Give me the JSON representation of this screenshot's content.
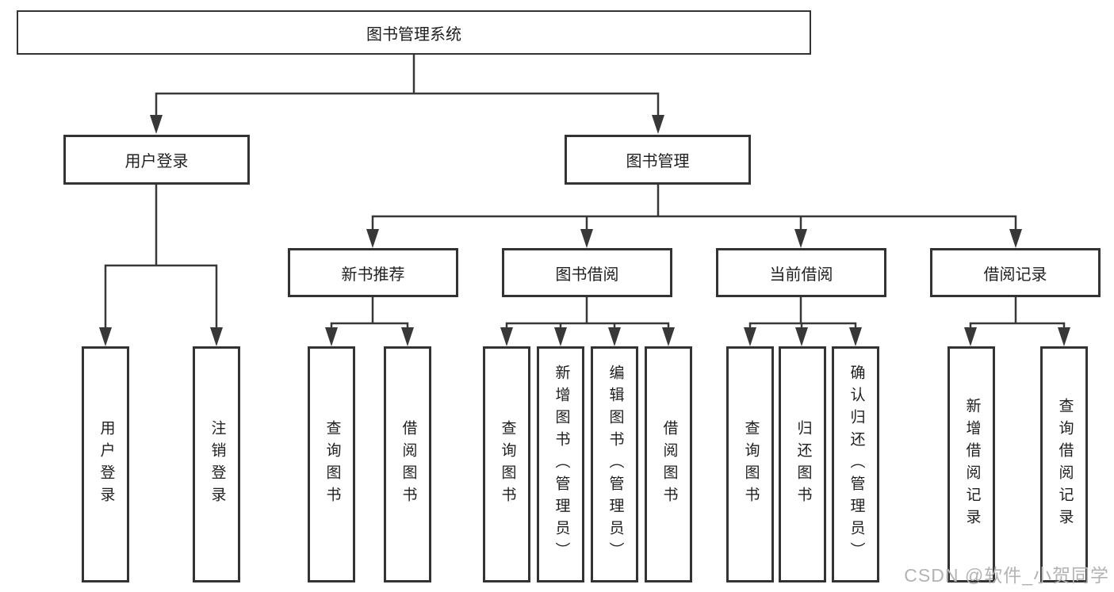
{
  "tree": {
    "root": "图书管理系统",
    "branches": [
      {
        "label": "用户登录",
        "children": [
          "用户登录",
          "注销登录"
        ]
      },
      {
        "label": "图书管理",
        "groups": [
          {
            "label": "新书推荐",
            "children": [
              "查询图书",
              "借阅图书"
            ]
          },
          {
            "label": "图书借阅",
            "children": [
              "查询图书",
              "新增图书（管理员）",
              "编辑图书（管理员）",
              "借阅图书"
            ]
          },
          {
            "label": "当前借阅",
            "children": [
              "查询图书",
              "归还图书",
              "确认归还（管理员）"
            ]
          },
          {
            "label": "借阅记录",
            "children": [
              "新增借阅记录",
              "查询借阅记录"
            ]
          }
        ]
      }
    ]
  },
  "watermark": "CSDN @软件_小贺同学",
  "colors": {
    "line": "#383838",
    "box_border": "#333333",
    "text": "#1f1f1f",
    "watermark": "#b3b3b3",
    "background": "#ffffff"
  }
}
